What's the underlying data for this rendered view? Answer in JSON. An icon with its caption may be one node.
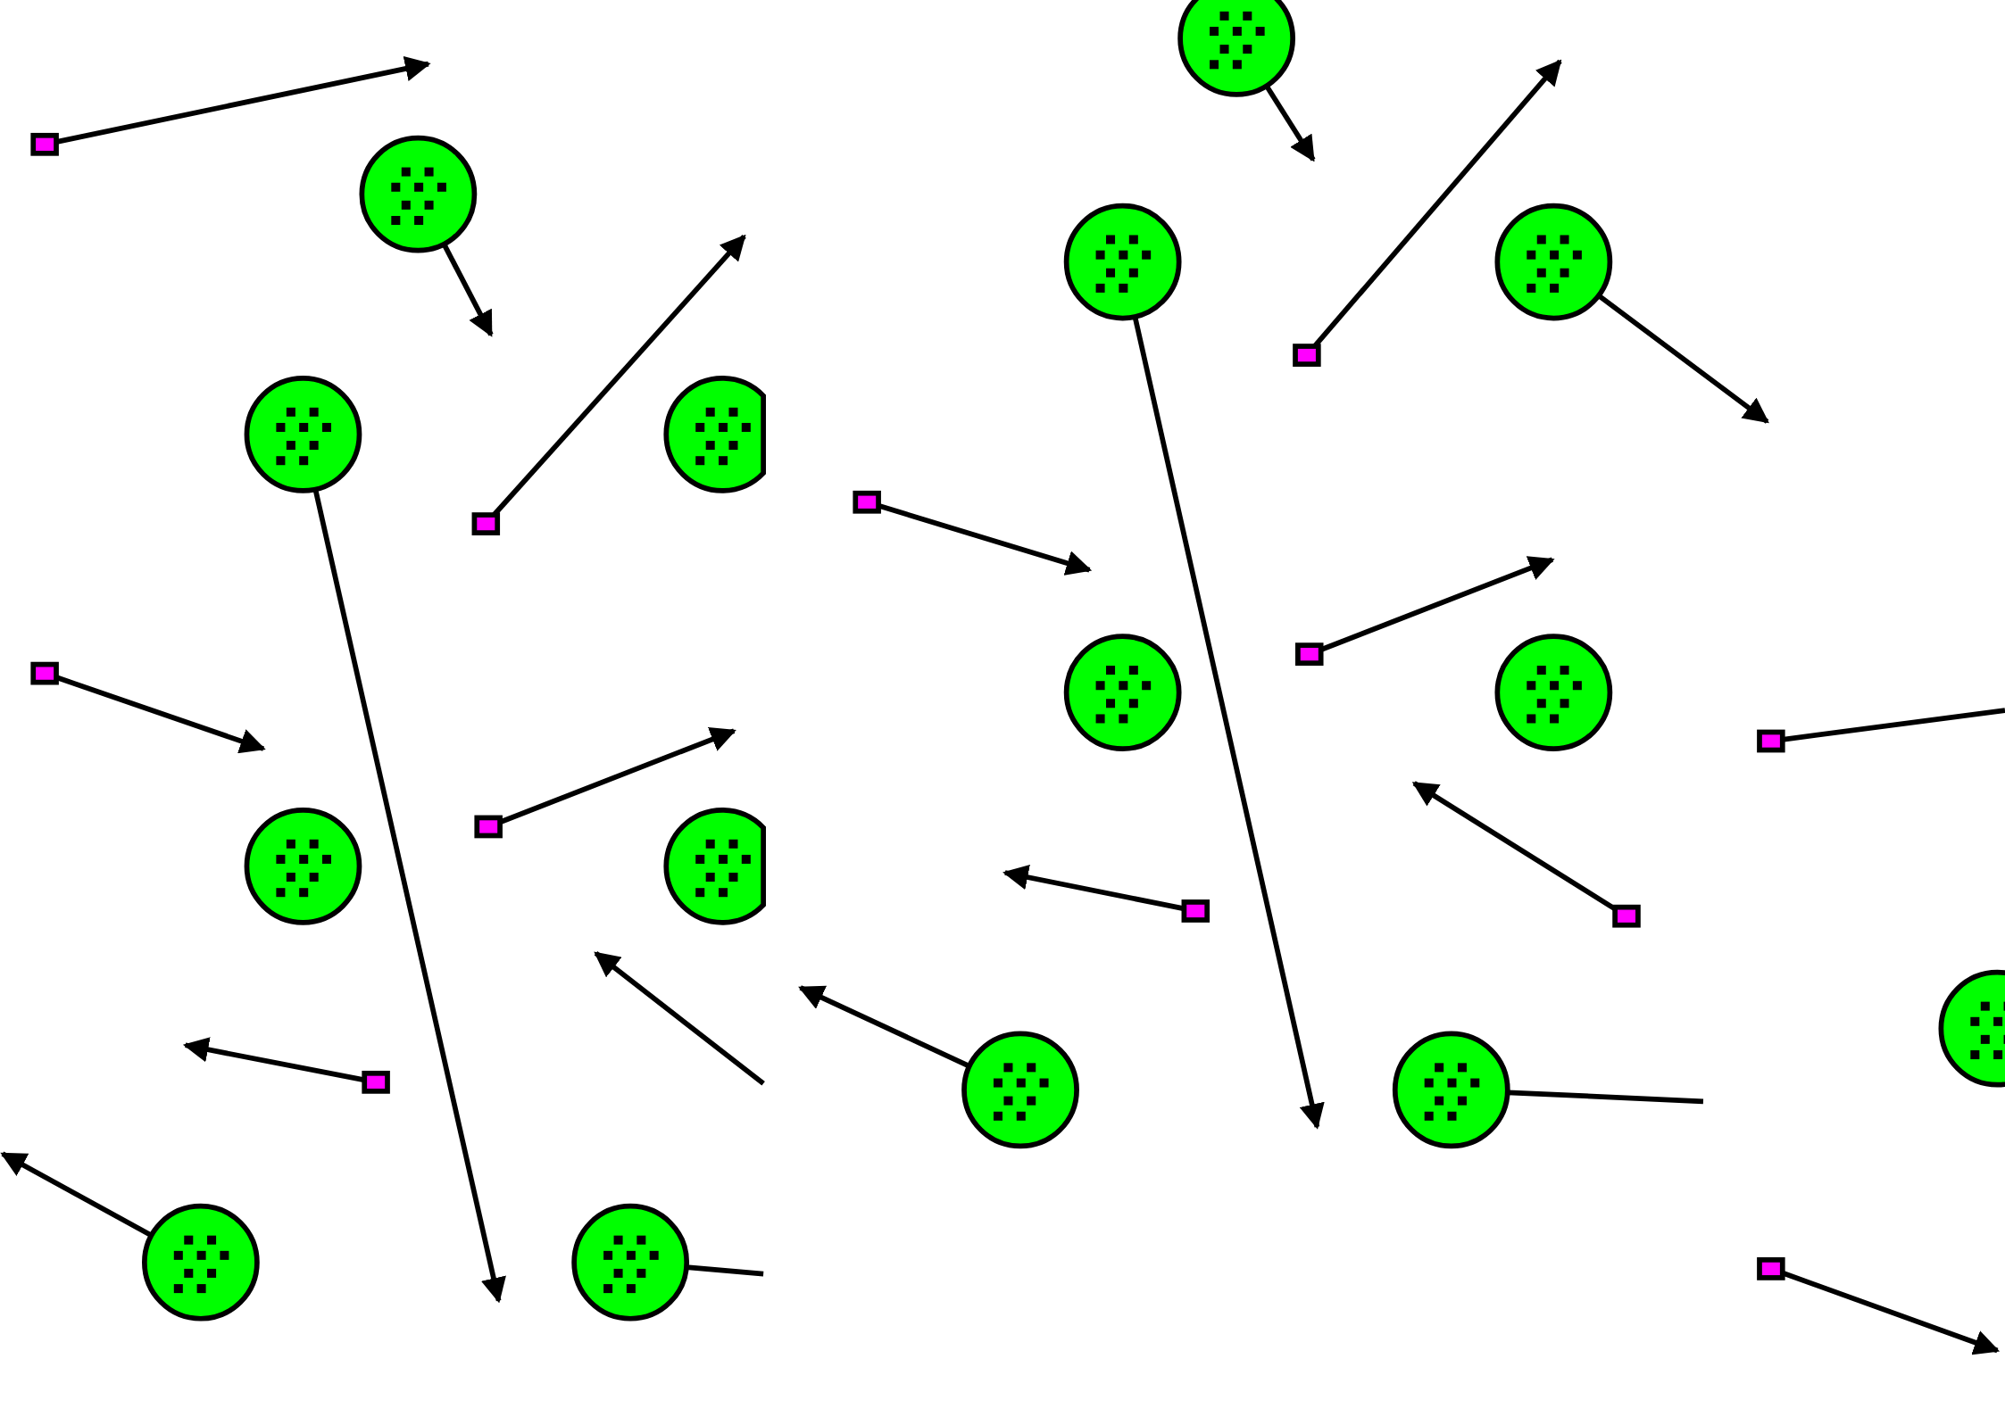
{
  "diagram": {
    "nodes": [
      {
        "text": [],
        "shape": "circle"
      },
      {
        "text": [],
        "shape": "box"
      },
      {
        "text": [],
        "shape": "circle"
      },
      {
        "text": [],
        "shape": "circle"
      },
      {
        "text": [],
        "shape": "circle"
      },
      {
        "text": [],
        "shape": "box"
      },
      {
        "text": [],
        "shape": "circle"
      },
      {
        "text": [],
        "shape": "circle"
      },
      {
        "text": [],
        "shape": "box"
      },
      {
        "text": [],
        "shape": "box"
      },
      {
        "text": [],
        "shape": "box"
      },
      {
        "text": [],
        "shape": "box"
      },
      {
        "text": [],
        "shape": "circle"
      },
      {
        "text": [],
        "shape": "circle"
      },
      {
        "text": [],
        "shape": "box"
      },
      {
        "text": [],
        "shape": "box"
      },
      {
        "text": [],
        "shape": "circle"
      },
      {
        "text": [],
        "shape": "circle"
      },
      {
        "text": [],
        "shape": "box"
      },
      {
        "text": [],
        "shape": "box"
      },
      {
        "text": [],
        "shape": "circle"
      },
      {
        "text": [],
        "shape": "box"
      },
      {
        "text": [],
        "shape": "circle"
      },
      {
        "text": [],
        "shape": "circle"
      },
      {
        "text": [],
        "shape": "circle"
      },
      {
        "text": [],
        "shape": "circle"
      },
      {
        "text": [],
        "shape": "box"
      }
    ],
    "edges": [
      {
        "from": 1,
        "to": null,
        "arrow": "to"
      },
      {
        "from": 2,
        "to": null,
        "arrow": "to"
      },
      {
        "from": 9,
        "to": null,
        "arrow": "to"
      },
      {
        "from": 0,
        "to": null,
        "arrow": "to"
      },
      {
        "from": 5,
        "to": null,
        "arrow": "to"
      },
      {
        "from": 4,
        "to": null,
        "arrow": "to"
      },
      {
        "from": 3,
        "to": null,
        "arrow": "to"
      },
      {
        "from": 6,
        "to": null,
        "arrow": "to"
      },
      {
        "from": 8,
        "to": null,
        "arrow": "to"
      },
      {
        "from": 11,
        "to": null,
        "arrow": "to"
      },
      {
        "from": 15,
        "to": null,
        "arrow": "to"
      },
      {
        "from": 10,
        "to": null,
        "arrow": "to"
      },
      {
        "from": 14,
        "to": null,
        "arrow": "none"
      },
      {
        "from": 19,
        "to": null,
        "arrow": "to"
      },
      {
        "from": 18,
        "to": null,
        "arrow": "to"
      },
      {
        "from": 22,
        "to": null,
        "arrow": "to"
      },
      {
        "from": 21,
        "to": null,
        "arrow": "to"
      },
      {
        "from": 24,
        "to": null,
        "arrow": "to"
      },
      {
        "from": 25,
        "to": null,
        "arrow": "none"
      },
      {
        "from": 23,
        "to": null,
        "arrow": "none"
      },
      {
        "from": 26,
        "to": null,
        "arrow": "to"
      }
    ]
  }
}
